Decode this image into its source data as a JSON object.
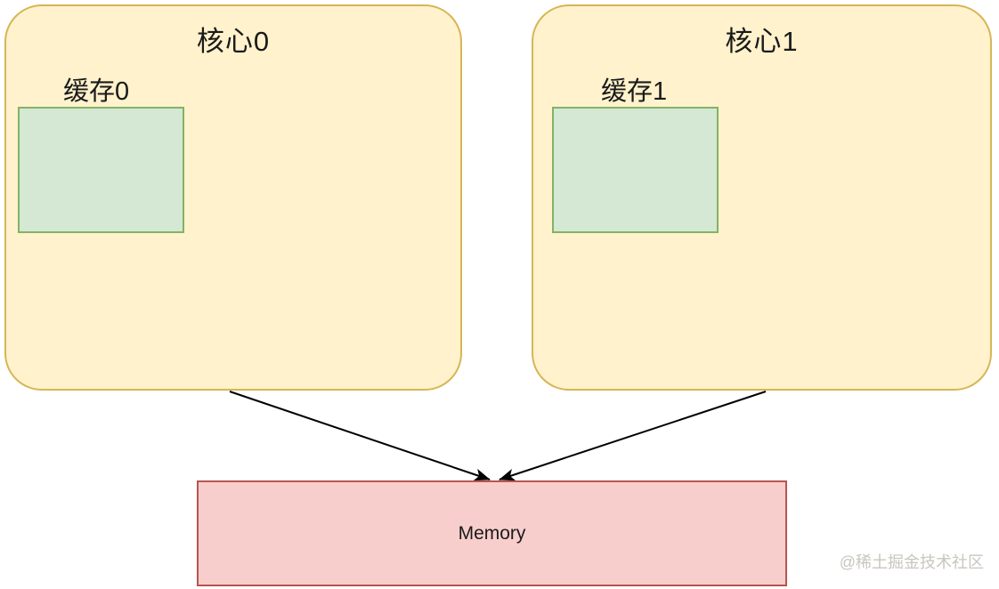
{
  "cores": [
    {
      "label": "核心0",
      "cache_label": "缓存0"
    },
    {
      "label": "核心1",
      "cache_label": "缓存1"
    }
  ],
  "memory": {
    "label": "Memory"
  },
  "watermark": "@稀土掘金技术社区",
  "colors": {
    "core_fill": "#FFF2CC",
    "core_border": "#D6B656",
    "cache_fill": "#D5E8D4",
    "cache_border": "#82B366",
    "memory_fill": "#F8CECC",
    "memory_border": "#B85450",
    "arrow": "#000000",
    "text": "#1A1A1A",
    "watermark": "#C9C5BF"
  }
}
